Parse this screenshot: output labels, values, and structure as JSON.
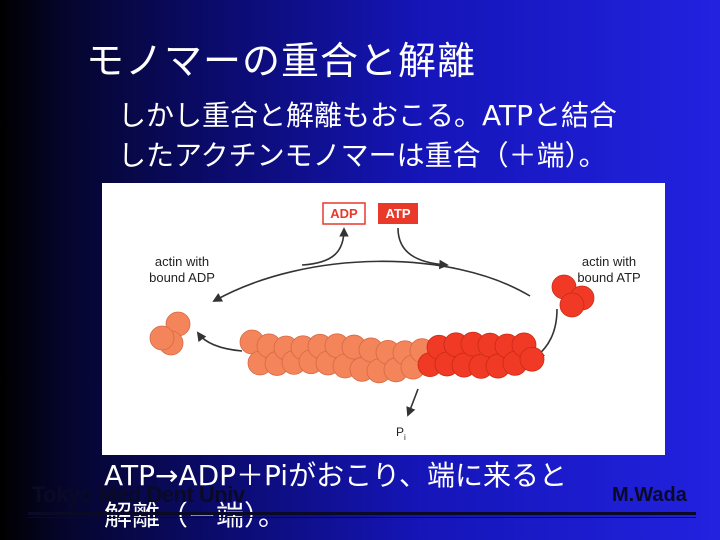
{
  "slide": {
    "title": "モノマーの重合と解離",
    "body_line1": "しかし重合と解離もおこる。ATPと結合",
    "body_line2": "したアクチンモノマーは重合（＋端）。",
    "bottom_line1": "ATP→ADP＋Piがおこり、端に来ると",
    "bottom_line2": "解離（ー端）。",
    "footer_left": "Tokyo Med Dent Univ",
    "footer_right": "M.Wada"
  },
  "diagram": {
    "adp_badge": "ADP",
    "atp_badge": "ATP",
    "left_label_line1": "actin with",
    "left_label_line2": "bound ADP",
    "right_label_line1": "actin with",
    "right_label_line2": "bound ATP",
    "pi_label": "P",
    "pi_subscript": "i",
    "colors": {
      "adp_subunit": "#f4845a",
      "atp_subunit": "#f03a25",
      "badge_red": "#e8392b",
      "arrow": "#333333"
    }
  }
}
